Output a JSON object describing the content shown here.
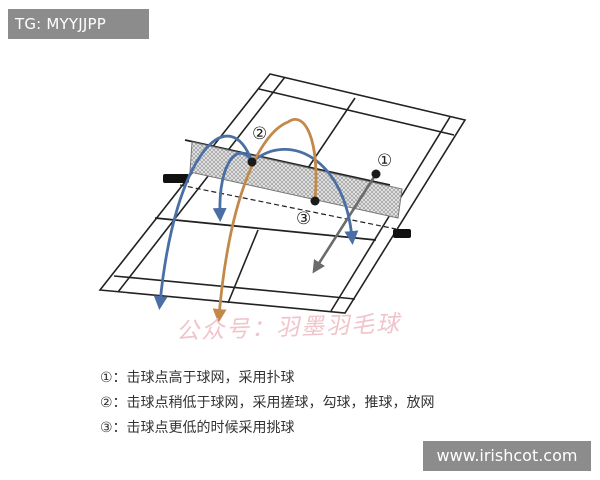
{
  "badges": {
    "top_left": "TG: MYYJJPP",
    "bottom_right": "www.irishcot.com"
  },
  "diagram": {
    "markers": [
      {
        "id": "1",
        "label": "①"
      },
      {
        "id": "2",
        "label": "②"
      },
      {
        "id": "3",
        "label": "③"
      }
    ],
    "colors": {
      "court_line": "#222222",
      "shot_1": "#6b6b6b",
      "shot_2": "#4a6fa5",
      "shot_3": "#c28a4a",
      "net_mesh": "#9a9a9a"
    },
    "watermark": "公众号：羽墨羽毛球"
  },
  "legend": {
    "items": [
      "①：击球点高于球网，采用扑球",
      "②：击球点稍低于球网，采用搓球，勾球，推球，放网",
      "③：击球点更低的时候采用挑球"
    ]
  }
}
